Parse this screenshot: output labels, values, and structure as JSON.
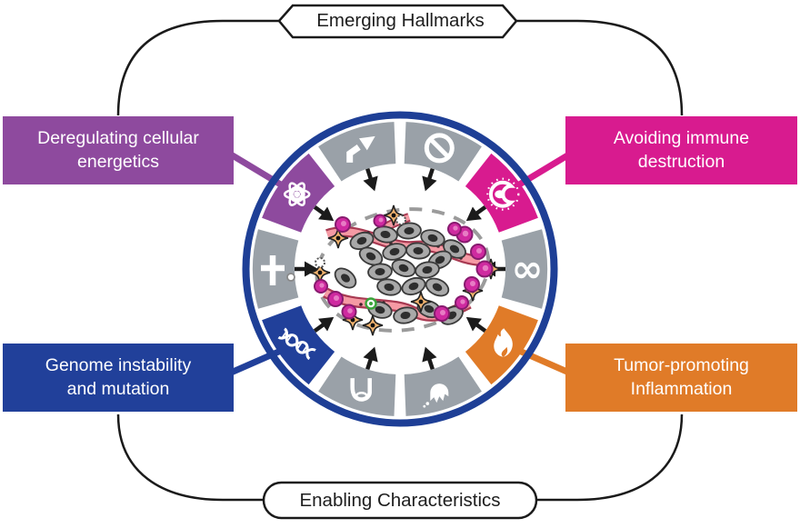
{
  "banners": {
    "top": "Emerging Hallmarks",
    "bottom": "Enabling Characteristics"
  },
  "boxes": {
    "top_left": {
      "label": "Deregulating cellular\nenergetics",
      "color": "#8e4a9e"
    },
    "top_right": {
      "label": "Avoiding immune\ndestruction",
      "color": "#d81b8f"
    },
    "bottom_left": {
      "label": "Genome instability\nand mutation",
      "color": "#21409a"
    },
    "bottom_right": {
      "label": "Tumor-promoting\nInflammation",
      "color": "#e07b28"
    }
  },
  "wheel": {
    "ring_color": "#1e3f96",
    "segment_gray": "#9aa1a8",
    "arrow_color": "#1b1b1b",
    "infinity_glyph": "∞",
    "segments": [
      {
        "icon": "no-symbol-icon",
        "color": "#9aa1a8"
      },
      {
        "icon": "immune-cell-icon",
        "color": "#d81b8f"
      },
      {
        "icon": "infinity-icon",
        "color": "#9aa1a8"
      },
      {
        "icon": "flame-icon",
        "color": "#e07b28"
      },
      {
        "icon": "invasion-cell-icon",
        "color": "#9aa1a8"
      },
      {
        "icon": "vessel-icon",
        "color": "#9aa1a8"
      },
      {
        "icon": "dna-icon",
        "color": "#21409a"
      },
      {
        "icon": "cross-icon",
        "color": "#9aa1a8"
      },
      {
        "icon": "atom-flower-icon",
        "color": "#8e4a9e"
      },
      {
        "icon": "bent-arrow-icon",
        "color": "#9aa1a8"
      }
    ]
  },
  "outline_color": "#1a1a1a"
}
